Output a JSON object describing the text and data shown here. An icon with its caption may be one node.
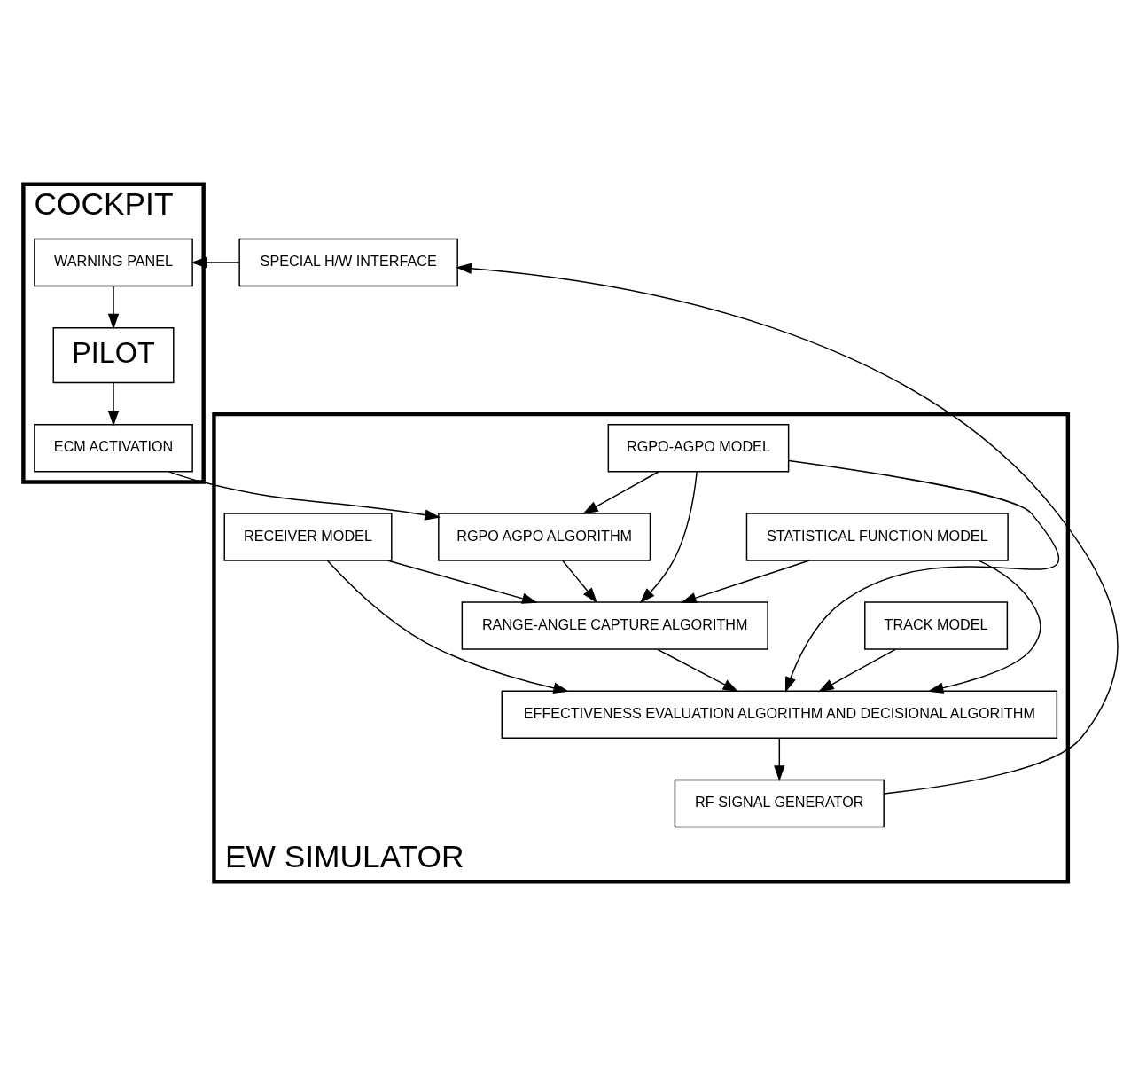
{
  "diagram": {
    "nodes": [
      {
        "text": [
          "COCKPIT"
        ]
      },
      {
        "text": [
          "WARNING PANEL"
        ],
        "in": 0
      },
      {
        "text": [
          "PILOT"
        ],
        "in": 0
      },
      {
        "text": [
          "ECM ACTIVATION"
        ],
        "in": 0
      },
      {
        "text": [
          "EW SIMULATOR"
        ]
      },
      {
        "text": [
          "RGPO-AGPO MODEL"
        ],
        "in": 4
      },
      {
        "text": [
          "RGPO AGPO ALGORITHM"
        ],
        "in": 4
      },
      {
        "text": [
          "RECEIVER MODEL"
        ],
        "in": 4
      },
      {
        "text": [
          "RANGE-ANGLE CAPTURE ALGORITHM"
        ],
        "in": 4
      },
      {
        "text": [
          "STATISTICAL FUNCTION MODEL"
        ],
        "in": 4
      },
      {
        "text": [
          "TRACK MODEL"
        ],
        "in": 4
      },
      {
        "text": [
          "EFFECTIVENESS EVALUATION ALGORITHM AND DECISIONAL ALGORITHM"
        ],
        "in": 4
      },
      {
        "text": [
          "RF SIGNAL GENERATOR"
        ],
        "in": 4
      },
      {
        "text": [
          "SPECIAL H/W INTERFACE"
        ]
      }
    ],
    "edges": [
      {
        "from": 1,
        "to": 2,
        "arrow": "to"
      },
      {
        "from": 2,
        "to": 3,
        "arrow": "to"
      },
      {
        "from": 3,
        "to": 6,
        "arrow": "to"
      },
      {
        "from": 5,
        "to": 6,
        "arrow": "to"
      },
      {
        "from": 5,
        "to": 8,
        "arrow": "to"
      },
      {
        "from": 5,
        "to": 11,
        "arrow": "to"
      },
      {
        "from": 6,
        "to": 8,
        "arrow": "to"
      },
      {
        "from": 7,
        "to": 8,
        "arrow": "to"
      },
      {
        "from": 7,
        "to": 11,
        "arrow": "to"
      },
      {
        "from": 9,
        "to": 8,
        "arrow": "to"
      },
      {
        "from": 9,
        "to": 11,
        "arrow": "to"
      },
      {
        "from": 8,
        "to": 11,
        "arrow": "to"
      },
      {
        "from": 10,
        "to": 11,
        "arrow": "to"
      },
      {
        "from": 11,
        "to": 12,
        "arrow": "to"
      },
      {
        "from": 12,
        "to": 13,
        "arrow": "to"
      },
      {
        "from": 13,
        "to": 1,
        "arrow": "to"
      }
    ]
  }
}
